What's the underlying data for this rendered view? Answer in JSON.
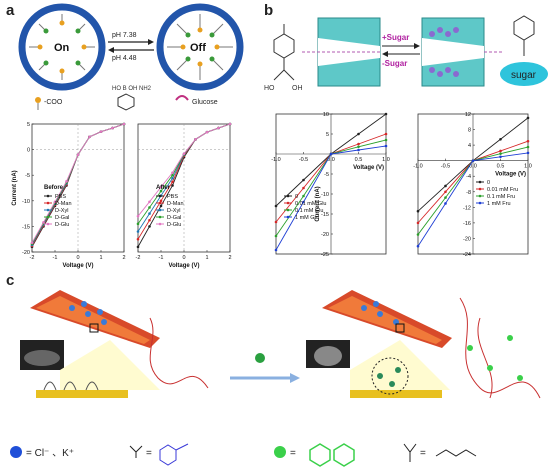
{
  "labels": {
    "a": "a",
    "b": "b",
    "c": "c"
  },
  "panel_a": {
    "on_label": "On",
    "off_label": "Off",
    "ph_top": "pH 7.38",
    "ph_bottom": "pH 4.48",
    "legend_coo": "-COO",
    "legend_glucose": "Glucose",
    "boronic_text": "HO B OH NH2",
    "chart_left_title": "Before",
    "chart_right_title": "After"
  },
  "panel_b": {
    "plus_sugar": "+Sugar",
    "minus_sugar": "-Sugar",
    "sugar_label": "sugar",
    "ho_left": "HO",
    "oh_left": "OH"
  },
  "panel_c": {
    "legend_ions": "= Cl⁻ 、K⁺",
    "eq1": "=",
    "eq2": "=",
    "eq3": "=",
    "eq4": "="
  },
  "chart_data": [
    {
      "type": "line",
      "title": "Before",
      "xlabel": "Voltage (V)",
      "ylabel": "Current (nA)",
      "xlim": [
        -2,
        2
      ],
      "ylim": [
        -20,
        5
      ],
      "xticks": [
        "-2",
        "-1",
        "0",
        "1",
        "2"
      ],
      "yticks": [
        "-20",
        "-15",
        "-10",
        "-5",
        "0",
        "5"
      ],
      "x": [
        -2,
        -1.5,
        -1,
        -0.5,
        0,
        0.5,
        1,
        1.5,
        2
      ],
      "series": [
        {
          "name": "PBS",
          "color": "#222222",
          "values": [
            -19,
            -15,
            -11,
            -7,
            -1,
            2.5,
            3.5,
            4.2,
            5
          ]
        },
        {
          "name": "D-Man",
          "color": "#d62728",
          "values": [
            -18.8,
            -14.8,
            -10.8,
            -6.8,
            -1,
            2.5,
            3.5,
            4.2,
            5
          ]
        },
        {
          "name": "D-Xyl",
          "color": "#1f77b4",
          "values": [
            -18.6,
            -14.6,
            -10.6,
            -6.6,
            -1,
            2.5,
            3.5,
            4.2,
            5
          ]
        },
        {
          "name": "D-Gal",
          "color": "#2ca02c",
          "values": [
            -18.4,
            -14.4,
            -10.4,
            -6.4,
            -1,
            2.5,
            3.5,
            4.2,
            5
          ]
        },
        {
          "name": "D-Glu",
          "color": "#e377c2",
          "values": [
            -18.2,
            -14.2,
            -10.2,
            -6.2,
            -1,
            2.5,
            3.5,
            4.2,
            5
          ]
        }
      ]
    },
    {
      "type": "line",
      "title": "After",
      "xlabel": "Voltage (V)",
      "xlim": [
        -2,
        2
      ],
      "ylim": [
        -20,
        5
      ],
      "xticks": [
        "-2",
        "-1",
        "0",
        "1",
        "2"
      ],
      "x": [
        -2,
        -1.5,
        -1,
        -0.5,
        0,
        0.5,
        1,
        1.5,
        2
      ],
      "series": [
        {
          "name": "PBS",
          "color": "#222222",
          "values": [
            -19,
            -15,
            -11,
            -7,
            -1.5,
            2,
            3.4,
            4.2,
            5
          ]
        },
        {
          "name": "D-Man",
          "color": "#d62728",
          "values": [
            -17.5,
            -13.8,
            -10,
            -6.3,
            -1.2,
            2,
            3.4,
            4.2,
            5
          ]
        },
        {
          "name": "D-Xyl",
          "color": "#1f77b4",
          "values": [
            -16,
            -12.5,
            -9,
            -5.6,
            -1,
            2,
            3.4,
            4.2,
            5
          ]
        },
        {
          "name": "D-Gal",
          "color": "#2ca02c",
          "values": [
            -14.5,
            -11.3,
            -8.1,
            -5,
            -0.9,
            2,
            3.4,
            4.2,
            5
          ]
        },
        {
          "name": "D-Glu",
          "color": "#e377c2",
          "values": [
            -13,
            -10.2,
            -7.3,
            -4.5,
            -0.8,
            2,
            3.4,
            4.2,
            5
          ]
        }
      ]
    },
    {
      "type": "line",
      "xlabel": "Voltage (V)",
      "ylabel": "Current (nA)",
      "xlim": [
        -1,
        1
      ],
      "ylim": [
        -25,
        10
      ],
      "xticks": [
        "-1.0",
        "-0.5",
        "0.0",
        "0.5",
        "1.0"
      ],
      "yticks": [
        "10",
        "5",
        "0",
        "-5",
        "-10",
        "-15",
        "-20",
        "-25"
      ],
      "x": [
        -1,
        -0.5,
        0,
        0.5,
        1
      ],
      "series": [
        {
          "name": "0",
          "color": "#222222",
          "values": [
            -13,
            -6.5,
            0,
            5,
            10
          ]
        },
        {
          "name": "0.01 mM Glu",
          "color": "#d62728",
          "values": [
            -17,
            -8.5,
            0,
            2.5,
            5
          ]
        },
        {
          "name": "0.1 mM Glu",
          "color": "#2ca02c",
          "values": [
            -20.5,
            -10.5,
            0,
            1.8,
            3.5
          ]
        },
        {
          "name": "1 mM Glu",
          "color": "#1f3fd4",
          "values": [
            -24,
            -12,
            0,
            1,
            2
          ]
        }
      ]
    },
    {
      "type": "line",
      "xlabel": "Voltage (V)",
      "xlim": [
        -1,
        1
      ],
      "ylim": [
        -24,
        12
      ],
      "xticks": [
        "-1.0",
        "-0.5",
        "0.0",
        "0.5",
        "1.0"
      ],
      "yticks": [
        "12",
        "8",
        "4",
        "0",
        "-4",
        "-8",
        "-12",
        "-16",
        "-20",
        "-24"
      ],
      "x": [
        -1,
        -0.5,
        0,
        0.5,
        1
      ],
      "series": [
        {
          "name": "0",
          "color": "#222222",
          "values": [
            -13,
            -6.5,
            0,
            5.5,
            11
          ]
        },
        {
          "name": "0.01 mM Fru",
          "color": "#d62728",
          "values": [
            -16,
            -8,
            0,
            2.5,
            5
          ]
        },
        {
          "name": "0.1 mM Fru",
          "color": "#2ca02c",
          "values": [
            -19,
            -9.5,
            0,
            1.8,
            3.5
          ]
        },
        {
          "name": "1 mM Fru",
          "color": "#1f3fd4",
          "values": [
            -22,
            -11,
            0,
            1,
            2
          ]
        }
      ]
    }
  ]
}
